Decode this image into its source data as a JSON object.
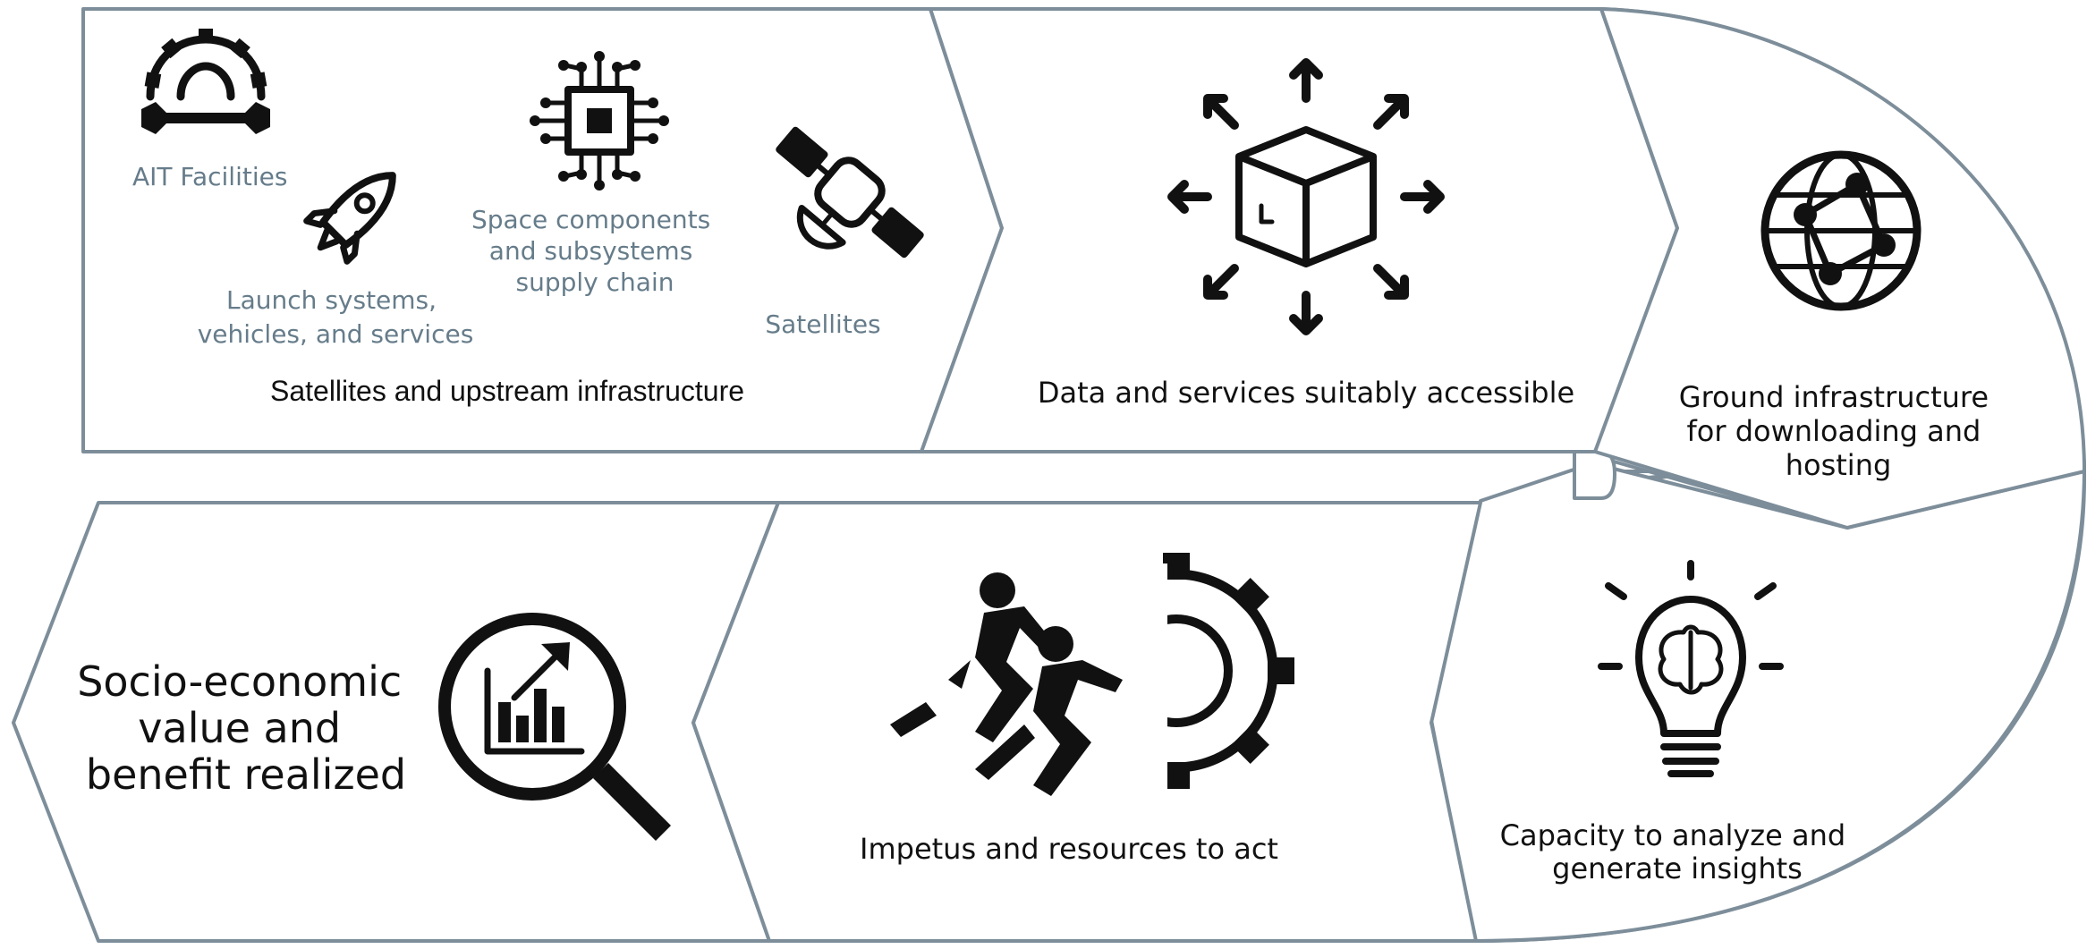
{
  "stages": {
    "upstream": {
      "title": "Satellites and upstream infrastructure",
      "items": {
        "ait": "AIT Facilities",
        "launch": [
          "Launch systems,",
          "vehicles, and services"
        ],
        "components": [
          "Space components",
          "and subsystems",
          "supply chain"
        ],
        "satellites": "Satellites"
      }
    },
    "data_access": {
      "title": "Data and services suitably accessible"
    },
    "ground": {
      "title": [
        "Ground infrastructure",
        "for downloading and",
        "hosting"
      ]
    },
    "capacity": {
      "title": [
        "Capacity to analyze and",
        "generate insights"
      ]
    },
    "impetus": {
      "title": "Impetus and resources to act"
    },
    "value": {
      "title": [
        "Socio-economic",
        "value and",
        "benefit realized"
      ]
    }
  },
  "icons": {
    "ait": "gear-wrench-icon",
    "launch": "rocket-icon",
    "components": "circuit-chip-icon",
    "satellites": "satellite-icon",
    "data_access": "cube-expand-arrows-icon",
    "ground": "globe-network-icon",
    "capacity": "lightbulb-brain-icon",
    "impetus": "people-pushing-gear-icon",
    "value": "magnifier-bar-chart-icon"
  },
  "colors": {
    "outline": "#7d8e9a",
    "sublabel": "#667c8a",
    "icon": "#111111"
  }
}
